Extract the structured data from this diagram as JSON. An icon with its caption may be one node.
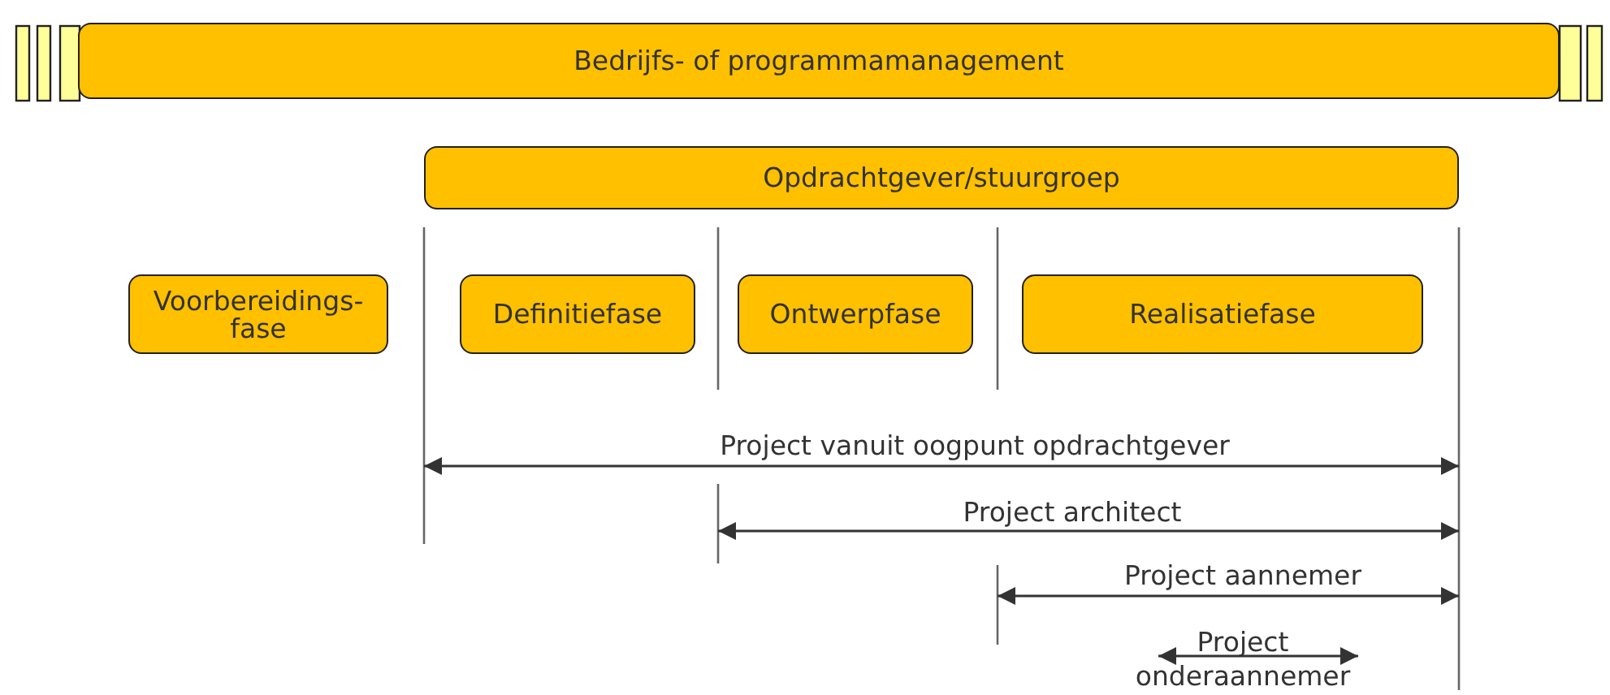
{
  "diagram": {
    "nodes": [
      {
        "text": [
          "Bedrijfs- of programmamanagement"
        ]
      },
      {
        "text": [
          "Opdrachtgever/stuurgroep"
        ]
      },
      {
        "text": [
          "Voorbereidings- fase"
        ]
      },
      {
        "text": [
          "Definitiefase"
        ]
      },
      {
        "text": [
          "Ontwerpfase"
        ]
      },
      {
        "text": [
          "Realisatiefase"
        ]
      }
    ],
    "labels": [
      "Project vanuit oogpunt opdrachtgever",
      "Project architect",
      "Project aannemer",
      "Project onderaannemer"
    ]
  }
}
